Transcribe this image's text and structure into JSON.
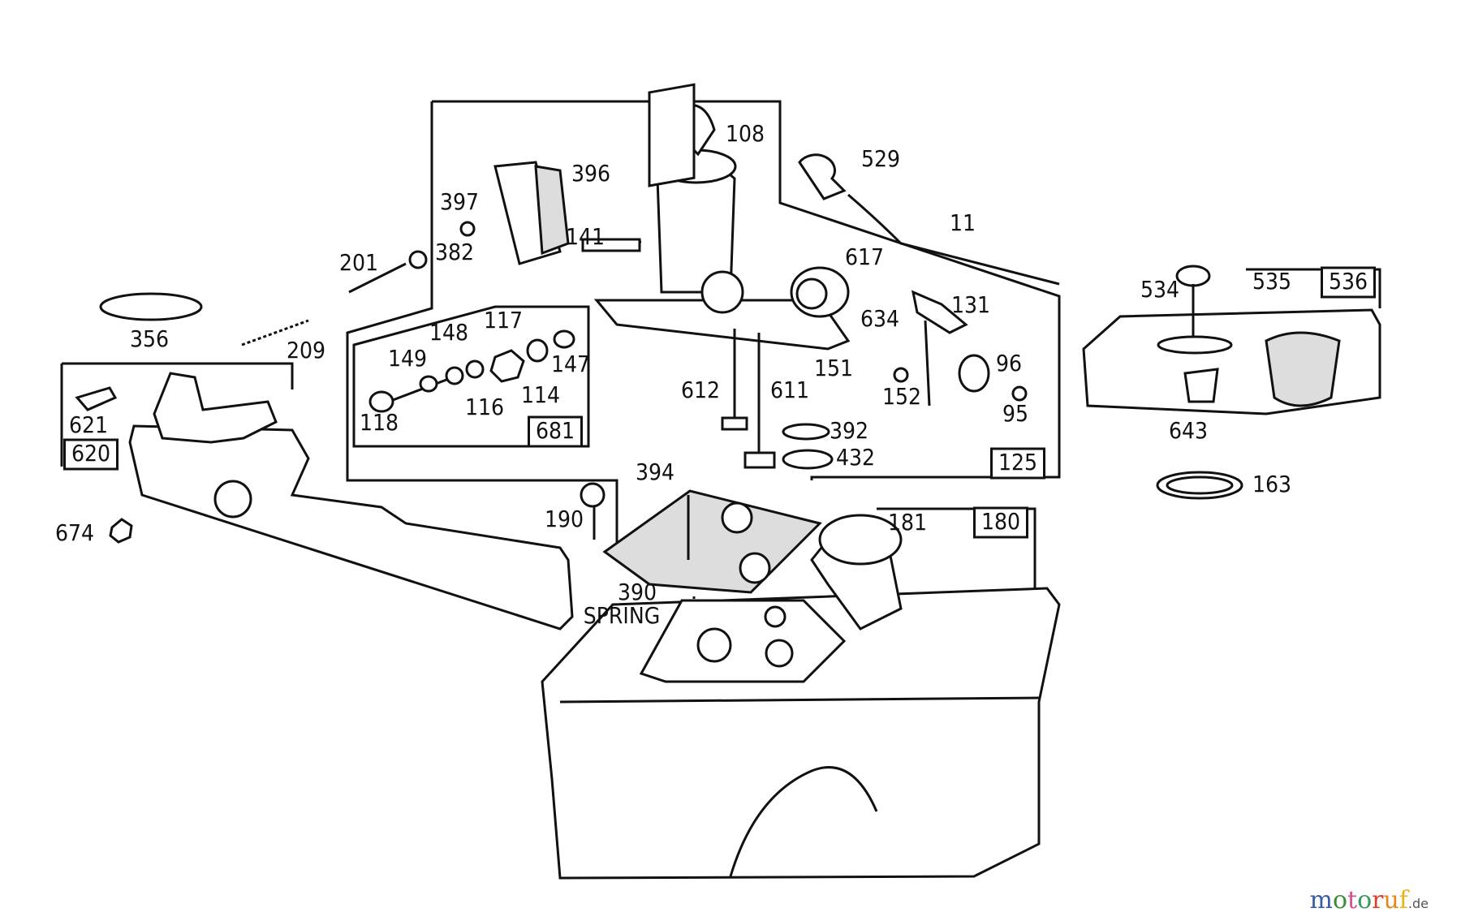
{
  "diagram": {
    "labels": [
      {
        "text": "108",
        "boxed": false
      },
      {
        "text": "529",
        "boxed": false
      },
      {
        "text": "396",
        "boxed": false
      },
      {
        "text": "397",
        "boxed": false
      },
      {
        "text": "141",
        "boxed": false
      },
      {
        "text": "201",
        "boxed": false
      },
      {
        "text": "382",
        "boxed": false
      },
      {
        "text": "11",
        "boxed": false
      },
      {
        "text": "617",
        "boxed": false
      },
      {
        "text": "534",
        "boxed": false
      },
      {
        "text": "535",
        "boxed": false
      },
      {
        "text": "536",
        "boxed": true
      },
      {
        "text": "356",
        "boxed": false
      },
      {
        "text": "209",
        "boxed": false
      },
      {
        "text": "148",
        "boxed": false
      },
      {
        "text": "117",
        "boxed": false
      },
      {
        "text": "149",
        "boxed": false
      },
      {
        "text": "147",
        "boxed": false
      },
      {
        "text": "634",
        "boxed": false
      },
      {
        "text": "131",
        "boxed": false
      },
      {
        "text": "118",
        "boxed": false
      },
      {
        "text": "116",
        "boxed": false
      },
      {
        "text": "114",
        "boxed": false
      },
      {
        "text": "681",
        "boxed": true
      },
      {
        "text": "151",
        "boxed": false
      },
      {
        "text": "96",
        "boxed": false
      },
      {
        "text": "152",
        "boxed": false
      },
      {
        "text": "95",
        "boxed": false
      },
      {
        "text": "612",
        "boxed": false
      },
      {
        "text": "611",
        "boxed": false
      },
      {
        "text": "621",
        "boxed": false
      },
      {
        "text": "620",
        "boxed": true
      },
      {
        "text": "392",
        "boxed": false
      },
      {
        "text": "432",
        "boxed": false
      },
      {
        "text": "125",
        "boxed": true
      },
      {
        "text": "643",
        "boxed": false
      },
      {
        "text": "163",
        "boxed": false
      },
      {
        "text": "394",
        "boxed": false
      },
      {
        "text": "190",
        "boxed": false
      },
      {
        "text": "181",
        "boxed": false
      },
      {
        "text": "180",
        "boxed": true
      },
      {
        "text": "674",
        "boxed": false
      },
      {
        "text": "390",
        "boxed": false
      },
      {
        "text": "SPRING",
        "boxed": false
      }
    ]
  },
  "watermark": {
    "letters": [
      "m",
      "o",
      "t",
      "o",
      "r",
      "u",
      "f"
    ],
    "colors": [
      "#3a5ba8",
      "#3a8f3a",
      "#d94f8a",
      "#3a9a5a",
      "#d9432a",
      "#e08a1a",
      "#e8b41a"
    ],
    "suffix": ".de"
  }
}
